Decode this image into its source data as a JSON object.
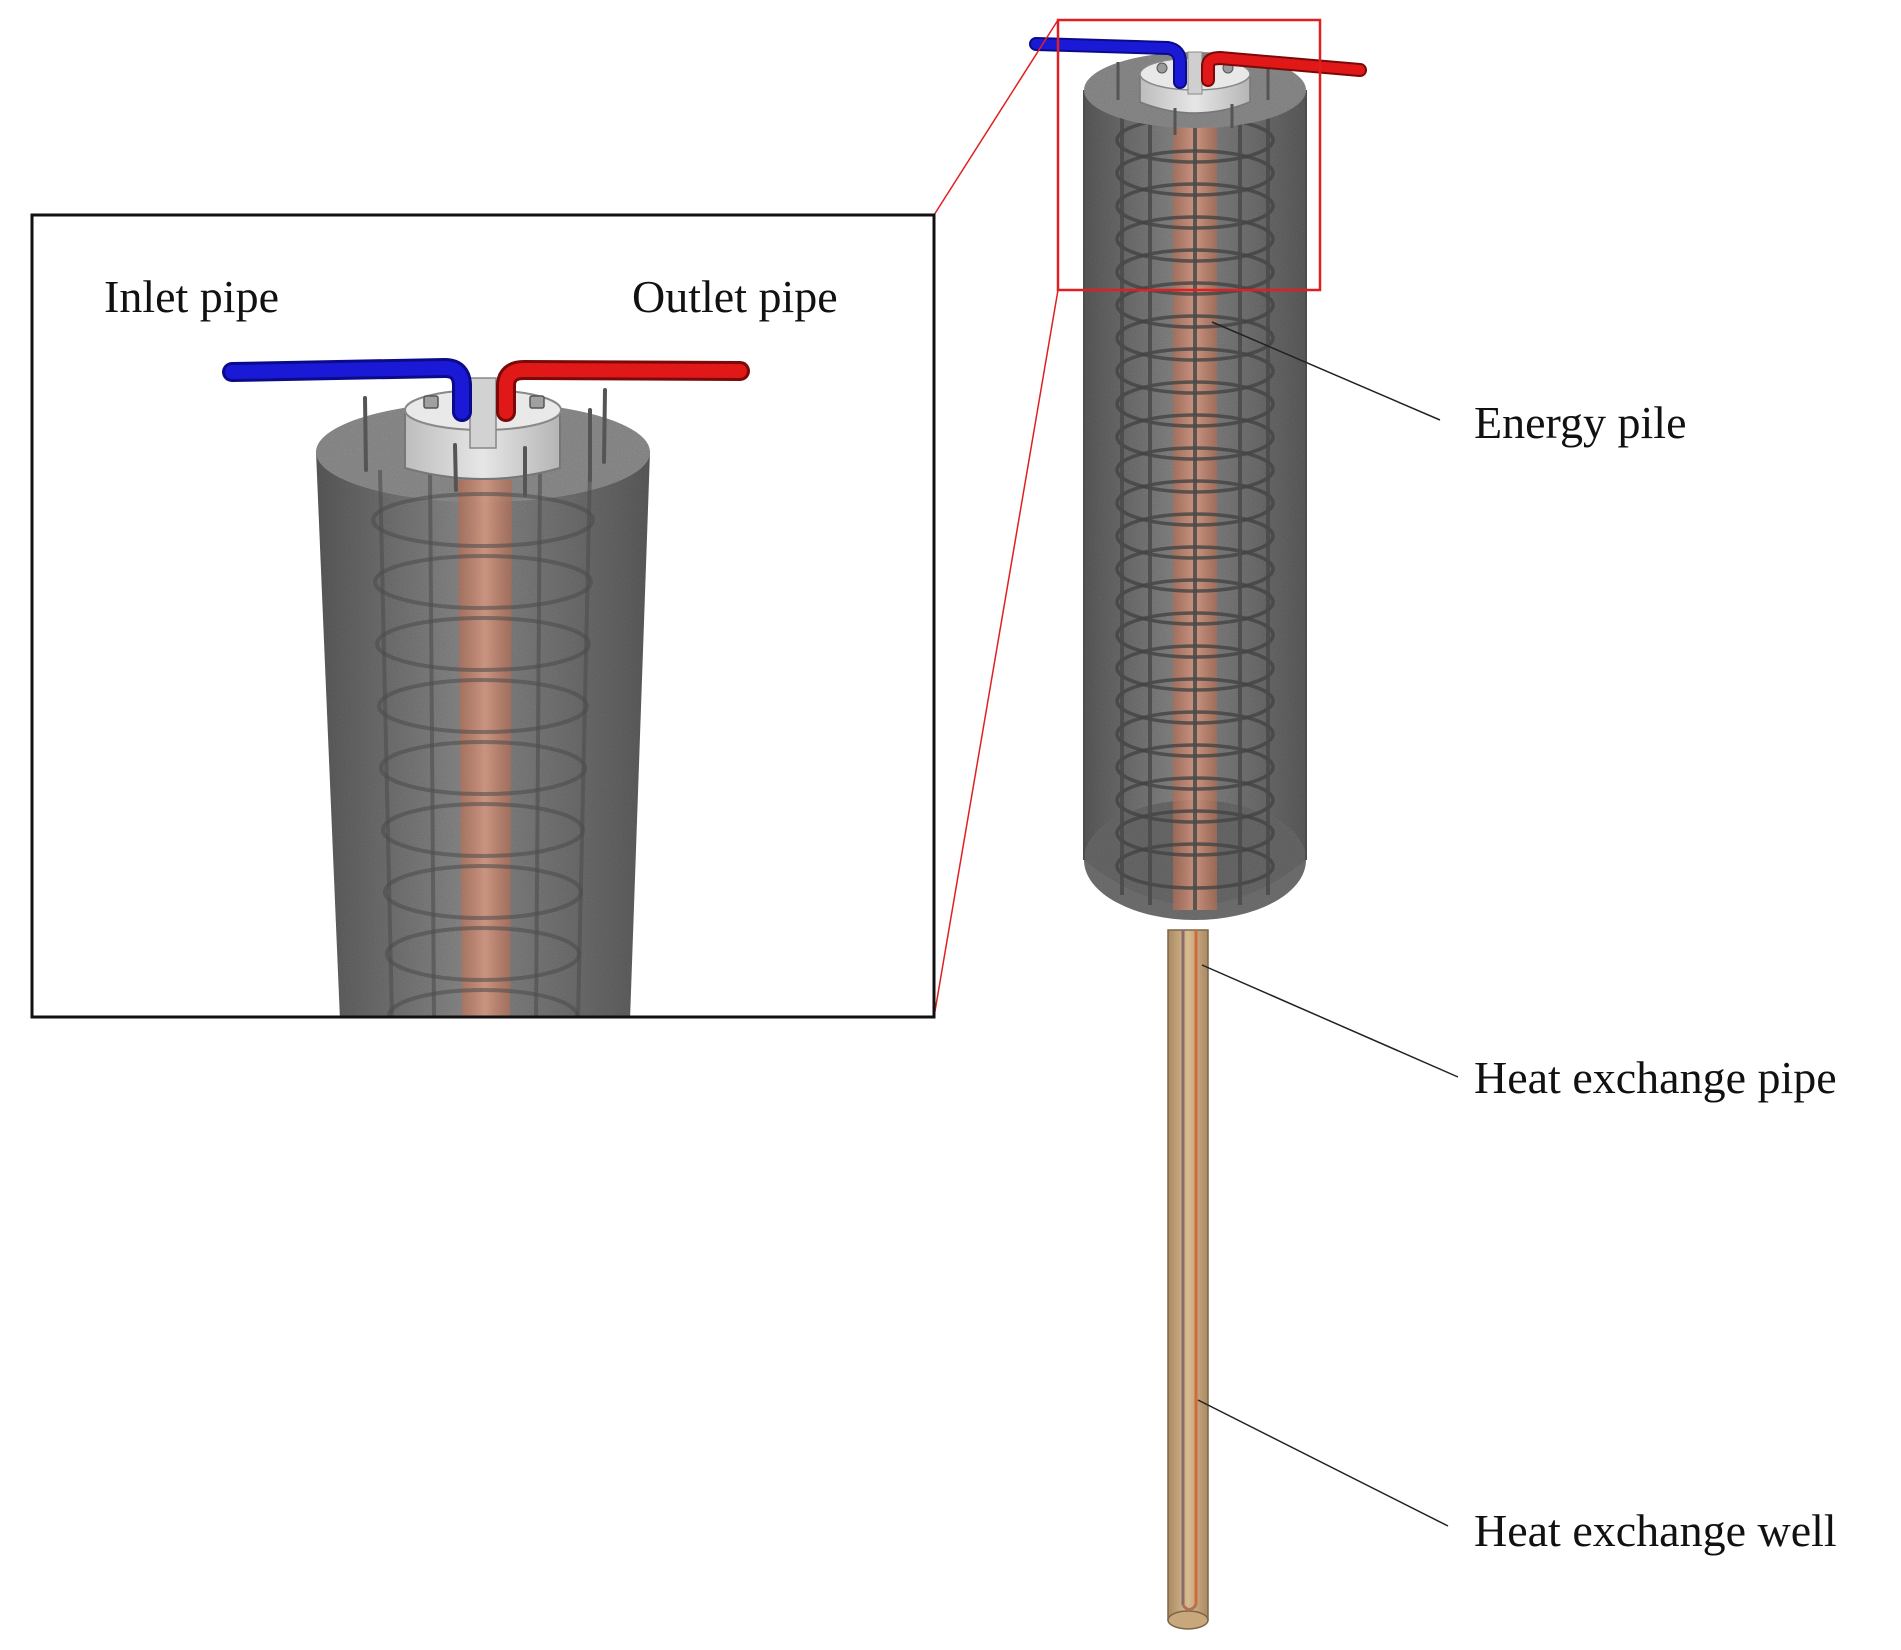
{
  "labels": {
    "inlet_pipe": "Inlet pipe",
    "outlet_pipe": "Outlet pipe",
    "energy_pile": "Energy pile",
    "heat_exchange_pipe": "Heat exchange pipe",
    "heat_exchange_well": "Heat exchange well"
  },
  "colors": {
    "inlet_pipe": "#1a1ad6",
    "outlet_pipe": "#e01818",
    "callout_frame": "#e02020",
    "concrete": "#6e6e6e",
    "rebar": "#4a4a4a",
    "inner_pipe": "#c07a5a",
    "well": "#c9a77c",
    "leader_line": "#222222"
  },
  "icons": {
    "pile": "reinforced-concrete-pile",
    "cap": "pile-cap",
    "well": "heat-exchange-well"
  }
}
